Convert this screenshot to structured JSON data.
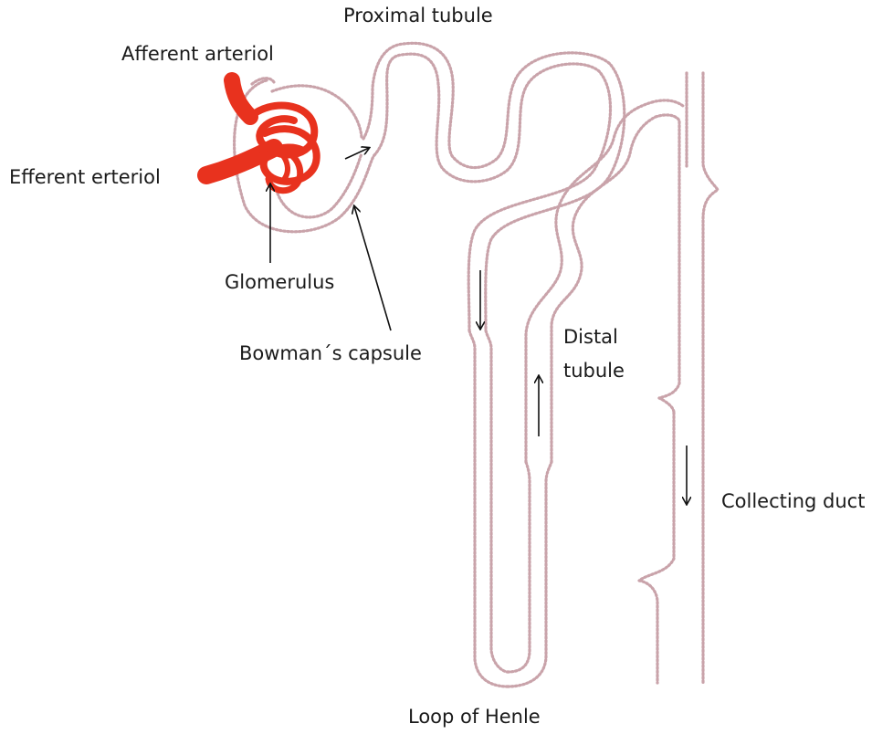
{
  "labels": {
    "proximal_tubule": "Proximal tubule",
    "afferent_arteriol": "Afferent arteriol",
    "efferent_erteriol": "Efferent erteriol",
    "glomerulus": "Glomerulus",
    "bowmans_capsule": "Bowman´s capsule",
    "distal_tubule_line1": "Distal",
    "distal_tubule_line2": "tubule",
    "collecting_duct": "Collecting duct",
    "loop_of_henle": "Loop of Henle"
  },
  "colors": {
    "vessel": "#e8321e",
    "tubule_wall": "#c9a3aa",
    "arrow": "#111111",
    "text": "#1a1a1a"
  }
}
